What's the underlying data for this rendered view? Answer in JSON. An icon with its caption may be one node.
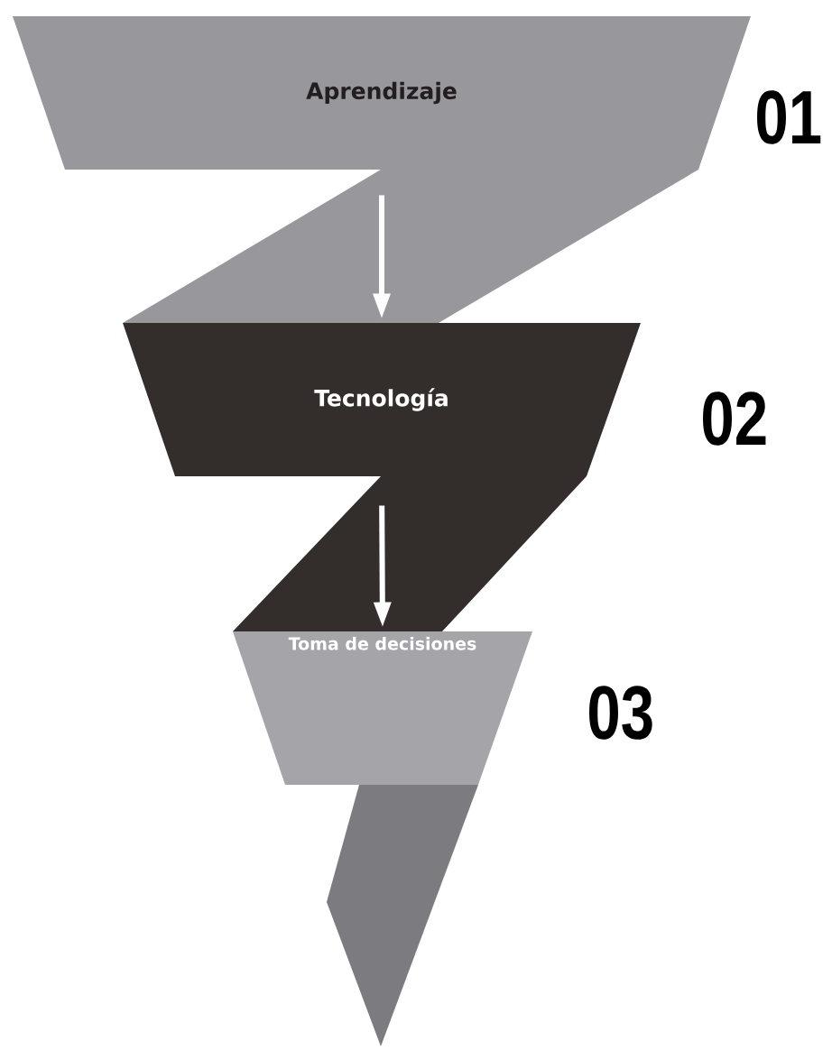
{
  "diagram": {
    "nodes": [
      {
        "text": [
          "Aprendizaje"
        ],
        "beside": [
          "01"
        ]
      },
      {
        "text": [
          "Tecnología"
        ],
        "beside": [
          "02"
        ]
      },
      {
        "text": [
          "Toma de decisiones"
        ],
        "beside": [
          "03"
        ]
      }
    ],
    "edges": [
      {
        "from": 0,
        "to": 1,
        "arrow": "to",
        "color": "#ffffff"
      },
      {
        "from": 1,
        "to": 2,
        "arrow": "to",
        "color": "#ffffff"
      }
    ]
  }
}
